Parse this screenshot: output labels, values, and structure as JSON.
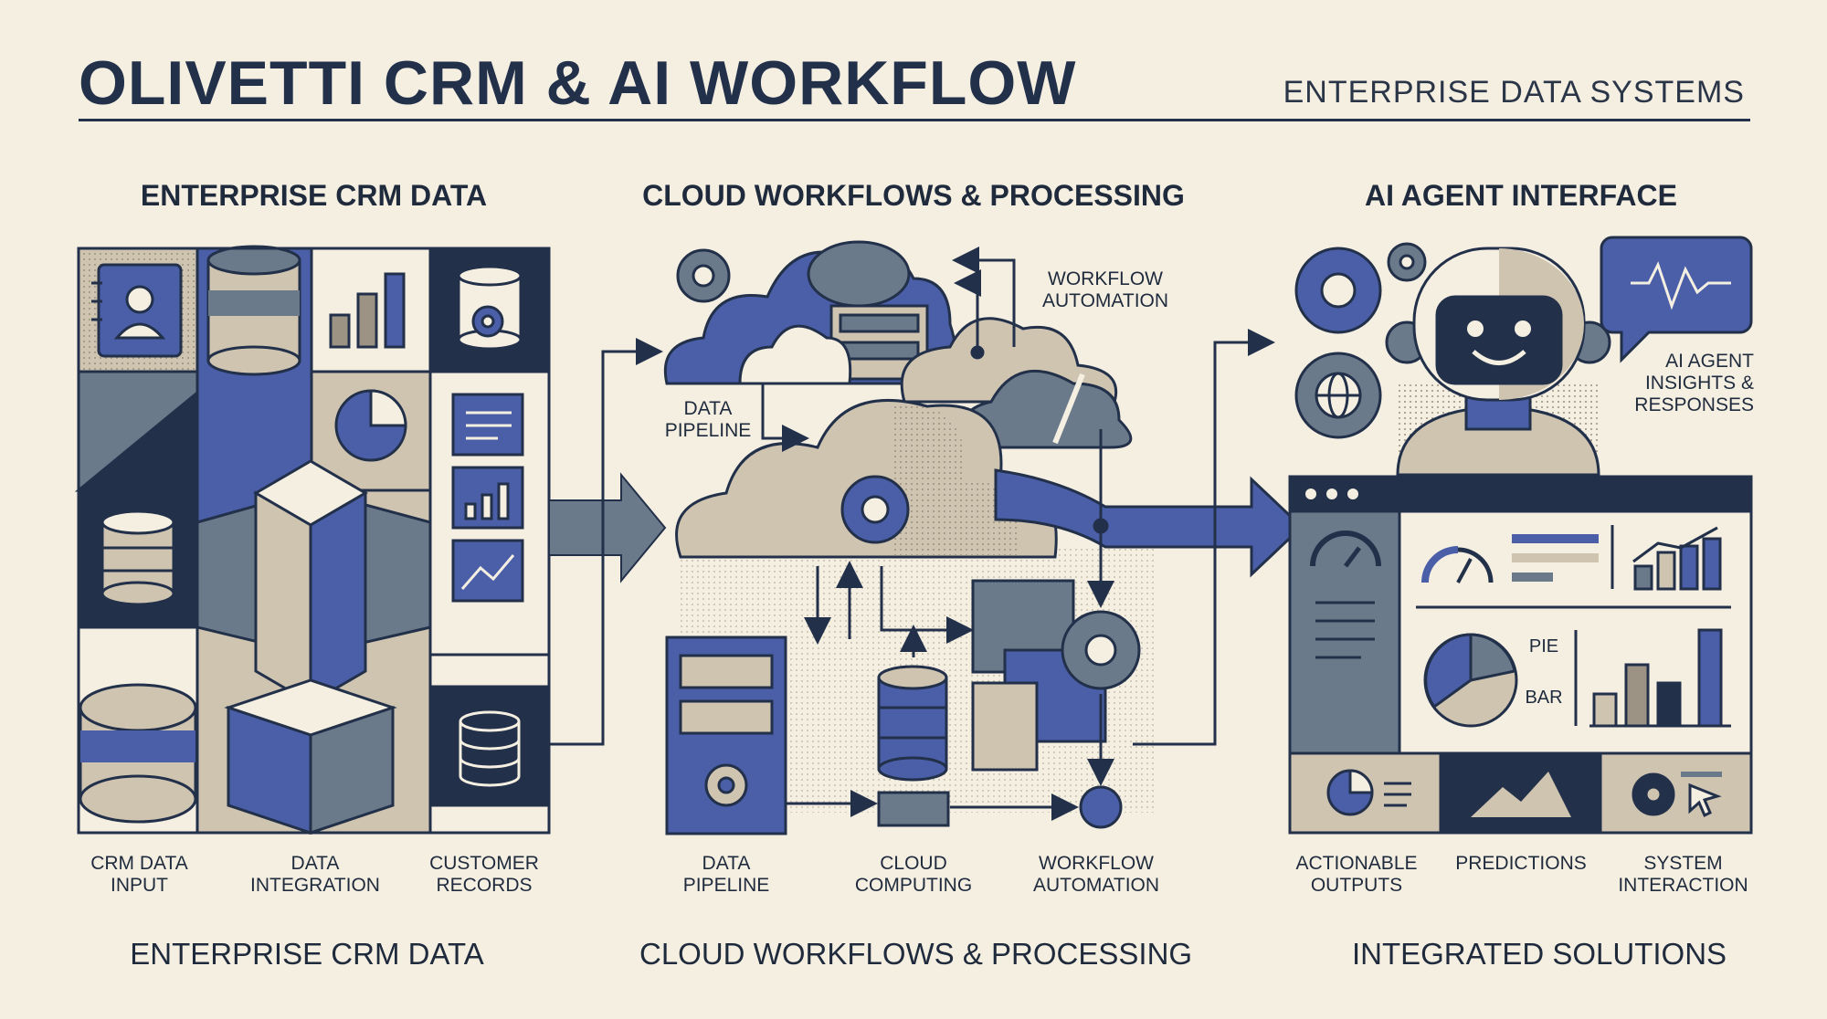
{
  "header": {
    "title": "OLIVETTI CRM & AI WORKFLOW",
    "subtitle": "ENTERPRISE DATA SYSTEMS"
  },
  "sections": {
    "crm": {
      "heading": "ENTERPRISE CRM DATA",
      "footer": "ENTERPRISE CRM DATA",
      "labels": [
        "CRM DATA\nINPUT",
        "DATA\nINTEGRATION",
        "CUSTOMER\nRECORDS"
      ]
    },
    "cloud": {
      "heading": "CLOUD WORKFLOWS & PROCESSING",
      "footer": "CLOUD WORKFLOWS & PROCESSING",
      "labels": [
        "DATA\nPIPELINE",
        "CLOUD\nCOMPUTING",
        "WORKFLOW\nAUTOMATION"
      ],
      "callouts": {
        "workflow_automation": "WORKFLOW\nAUTOMATION",
        "data_pipeline": "DATA\nPIPELINE"
      }
    },
    "ai": {
      "heading": "AI AGENT INTERFACE",
      "footer": "INTEGRATED SOLUTIONS",
      "labels": [
        "ACTIONABLE\nOUTPUTS",
        "PREDICTIONS",
        "SYSTEM\nINTERACTION"
      ],
      "insights_callout": "AI AGENT\nINSIGHTS &\nRESPONSES",
      "chart_labels": {
        "pie": "PIE",
        "bar": "BAR"
      }
    }
  },
  "colors": {
    "background": "#f5efe2",
    "navy": "#22304a",
    "blue": "#4a5fa8",
    "slate": "#6b7a8a",
    "tan": "#cfc4b0"
  }
}
